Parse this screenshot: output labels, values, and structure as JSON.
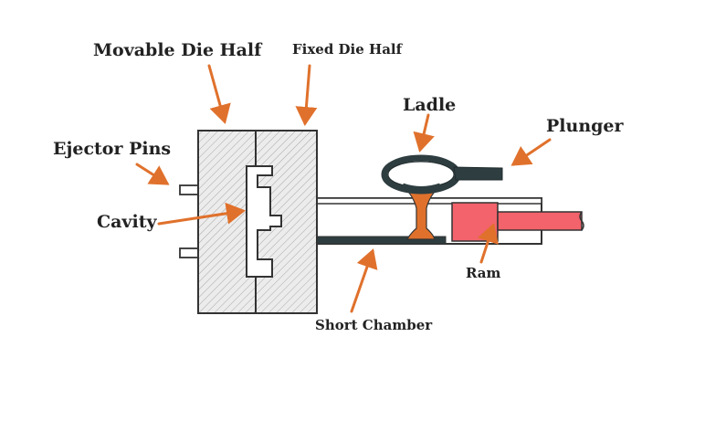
{
  "labels": {
    "movable_die_half": "Movable Die Half",
    "fixed_die_half": "Fixed Die Half",
    "ladle": "Ladle",
    "plunger": "Plunger",
    "ejector_pins": "Ejector Pins",
    "cavity": "Cavity",
    "ram": "Ram",
    "short_chamber": "Short Chamber"
  },
  "colors": {
    "arrow": "#e0712c",
    "molten_metal": "#e0712c",
    "ram": "#f2636b",
    "ladle": "#2e3d40",
    "outline": "#333333",
    "die_fill": "#e6e6e6",
    "hatch": "#9a9a9a"
  }
}
